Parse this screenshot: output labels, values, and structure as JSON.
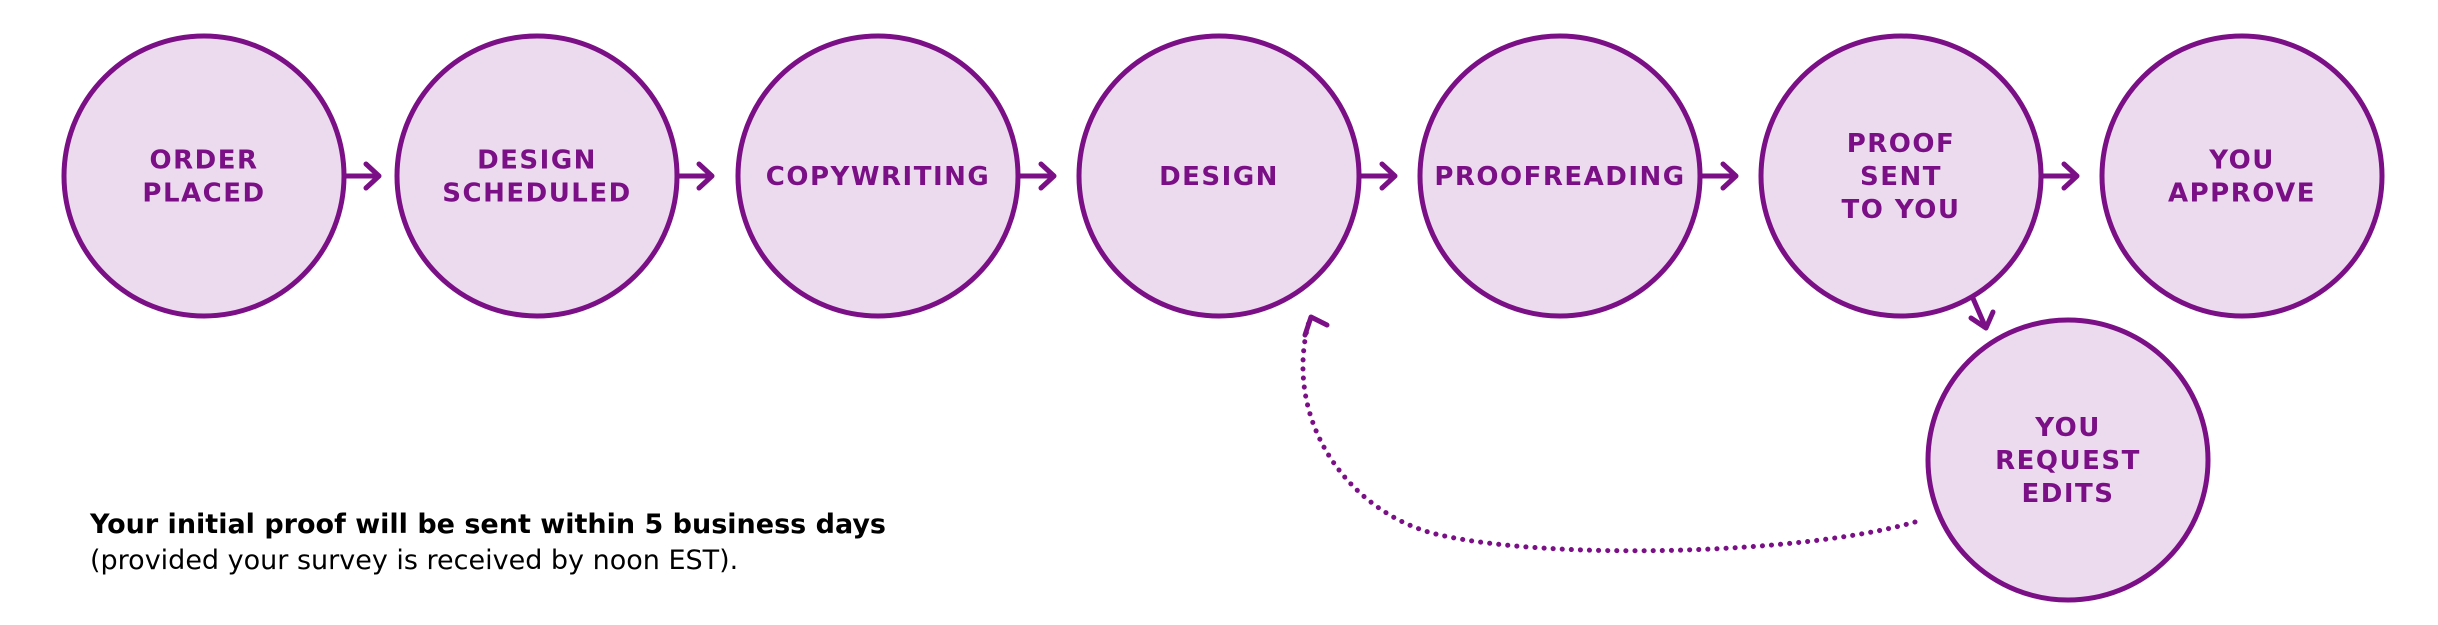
{
  "colors": {
    "circle_fill": "#ecdaee",
    "circle_stroke": "#7a0f86",
    "arrow": "#7a0f86",
    "text": "#7a0f86"
  },
  "steps": [
    {
      "id": "order-placed",
      "lines": [
        "ORDER",
        "PLACED"
      ]
    },
    {
      "id": "design-scheduled",
      "lines": [
        "DESIGN",
        "SCHEDULED"
      ]
    },
    {
      "id": "copywriting",
      "lines": [
        "COPYWRITING"
      ]
    },
    {
      "id": "design",
      "lines": [
        "DESIGN"
      ]
    },
    {
      "id": "proofreading",
      "lines": [
        "PROOFREADING"
      ]
    },
    {
      "id": "proof-sent",
      "lines": [
        "PROOF",
        "SENT",
        "TO YOU"
      ]
    },
    {
      "id": "you-approve",
      "lines": [
        "YOU",
        "APPROVE"
      ]
    },
    {
      "id": "you-request-edits",
      "lines": [
        "YOU",
        "REQUEST",
        "EDITS"
      ]
    }
  ],
  "note": {
    "bold": "Your initial proof will be sent within 5 business days",
    "regular": "(provided your survey is received by noon EST)."
  }
}
